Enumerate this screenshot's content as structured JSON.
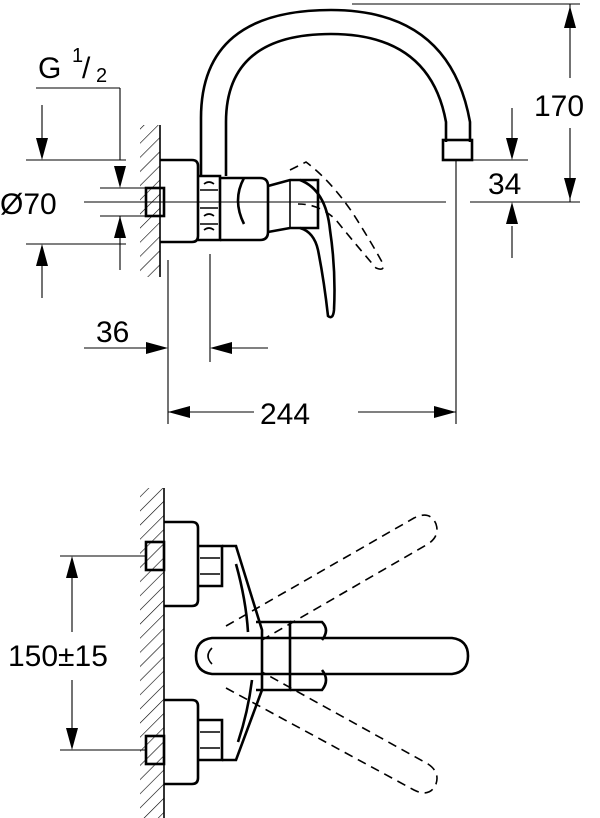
{
  "drawing": {
    "dimensions": {
      "thread": {
        "prefix": "G",
        "numerator": "1",
        "slash": "/",
        "denominator": "2"
      },
      "diameter": "Ø70",
      "spout_height": "170",
      "spout_offset": "34",
      "wall_offset": "36",
      "total_length": "244",
      "center_distance": "150±15"
    }
  }
}
